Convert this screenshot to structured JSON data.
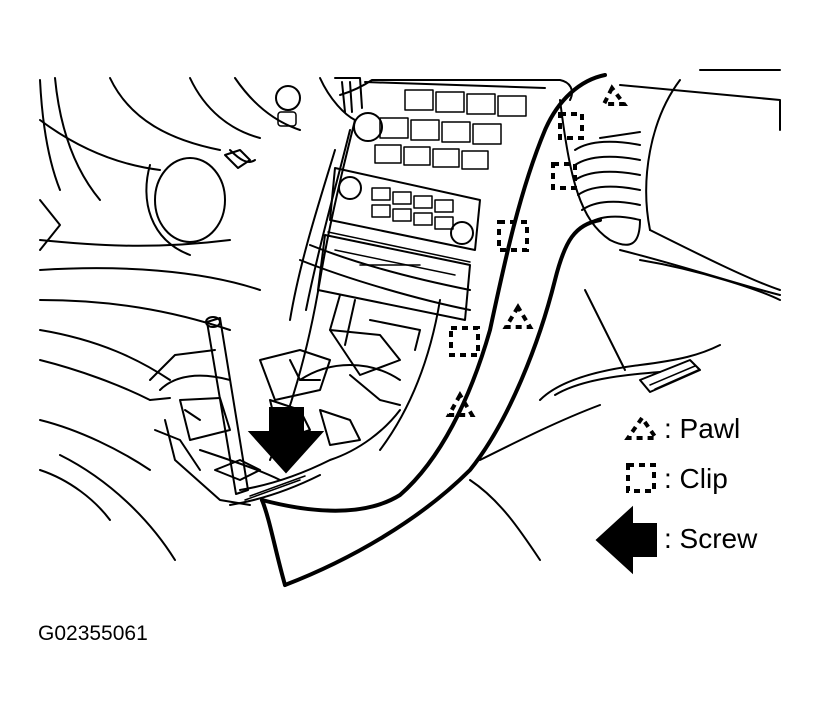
{
  "legend": {
    "pawl_label": ": Pawl",
    "clip_label": ": Clip",
    "screw_label": ": Screw"
  },
  "figure_id": "G02355061"
}
